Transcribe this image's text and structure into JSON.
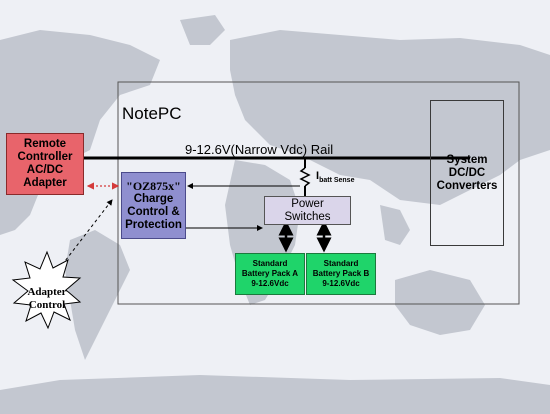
{
  "colors": {
    "remote_box": "#e8646b",
    "charge_box": "#8f8fcf",
    "power_box": "#dad5ea",
    "battery_box": "#1fd46a",
    "rail_line": "#000000",
    "adapter_link": "#d43b3b"
  },
  "notepc": {
    "label": "NotePC"
  },
  "rail": {
    "label": "9-12.6V(Narrow Vdc) Rail"
  },
  "remote": {
    "line1": "Remote",
    "line2": "Controller",
    "line3": "AC/DC",
    "line4": "Adapter"
  },
  "charge": {
    "chip": "\"OZ875x\"",
    "line1": "Charge",
    "line2": "Control &",
    "line3": "Protection"
  },
  "ibatt": {
    "main": "I",
    "sub": "batt Sense"
  },
  "power": {
    "line1": "Power",
    "line2": "Switches"
  },
  "battery_a": {
    "line1": "Standard",
    "line2": "Battery Pack A",
    "line3": "9-12.6Vdc"
  },
  "battery_b": {
    "line1": "Standard",
    "line2": "Battery Pack B",
    "line3": "9-12.6Vdc"
  },
  "dcdc": {
    "line1": "System",
    "line2": "DC/DC",
    "line3": "Converters"
  },
  "adapter_control": {
    "line1": "Adapter",
    "line2": "Control"
  }
}
